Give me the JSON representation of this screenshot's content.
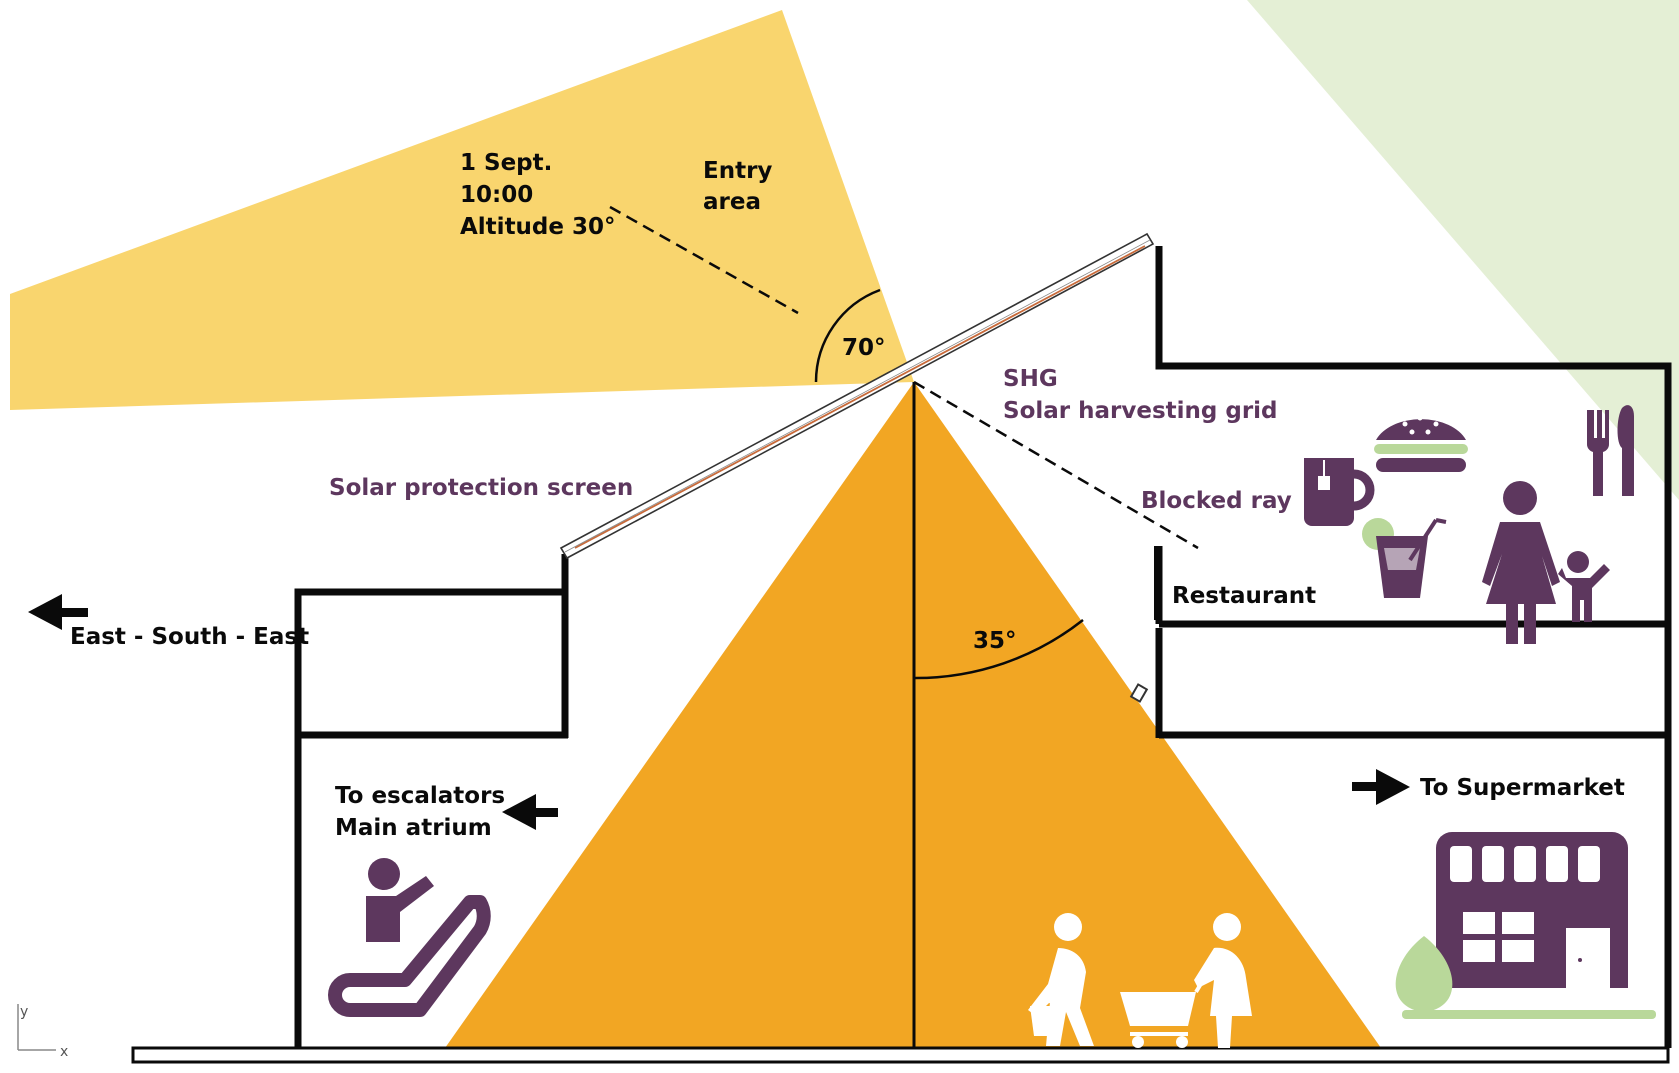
{
  "labels": {
    "date": "1 Sept.",
    "time": "10:00",
    "altitude": "Altitude 30°",
    "entry_line1": "Entry",
    "entry_line2": "area",
    "angle_top": "70°",
    "angle_bottom": "35°",
    "shg_line1": "SHG",
    "shg_line2": "Solar harvesting grid",
    "blocked_ray": "Blocked ray",
    "solar_protection_screen": "Solar protection screen",
    "restaurant": "Restaurant",
    "east_direction": "East - South - East",
    "escalators_line1": "To escalators",
    "escalators_line2": "Main atrium",
    "supermarket": "To Supermarket",
    "axis_y": "y",
    "axis_x": "x"
  },
  "colors": {
    "sun_wedge": "#f9d56e",
    "light_cone": "#f2a623",
    "green_wedge": "#e4efd5",
    "purple": "#5d375e",
    "light_green": "#b9d89a",
    "wall": "#0a0a0a"
  },
  "icons": [
    "escalator-icon",
    "shopper-basket-icon",
    "shopper-cart-icon",
    "store-icon",
    "tree-icon",
    "mug-icon",
    "burger-icon",
    "cutlery-icon",
    "drink-icon",
    "mother-child-icon",
    "arrow-left-icon",
    "arrow-right-icon"
  ]
}
